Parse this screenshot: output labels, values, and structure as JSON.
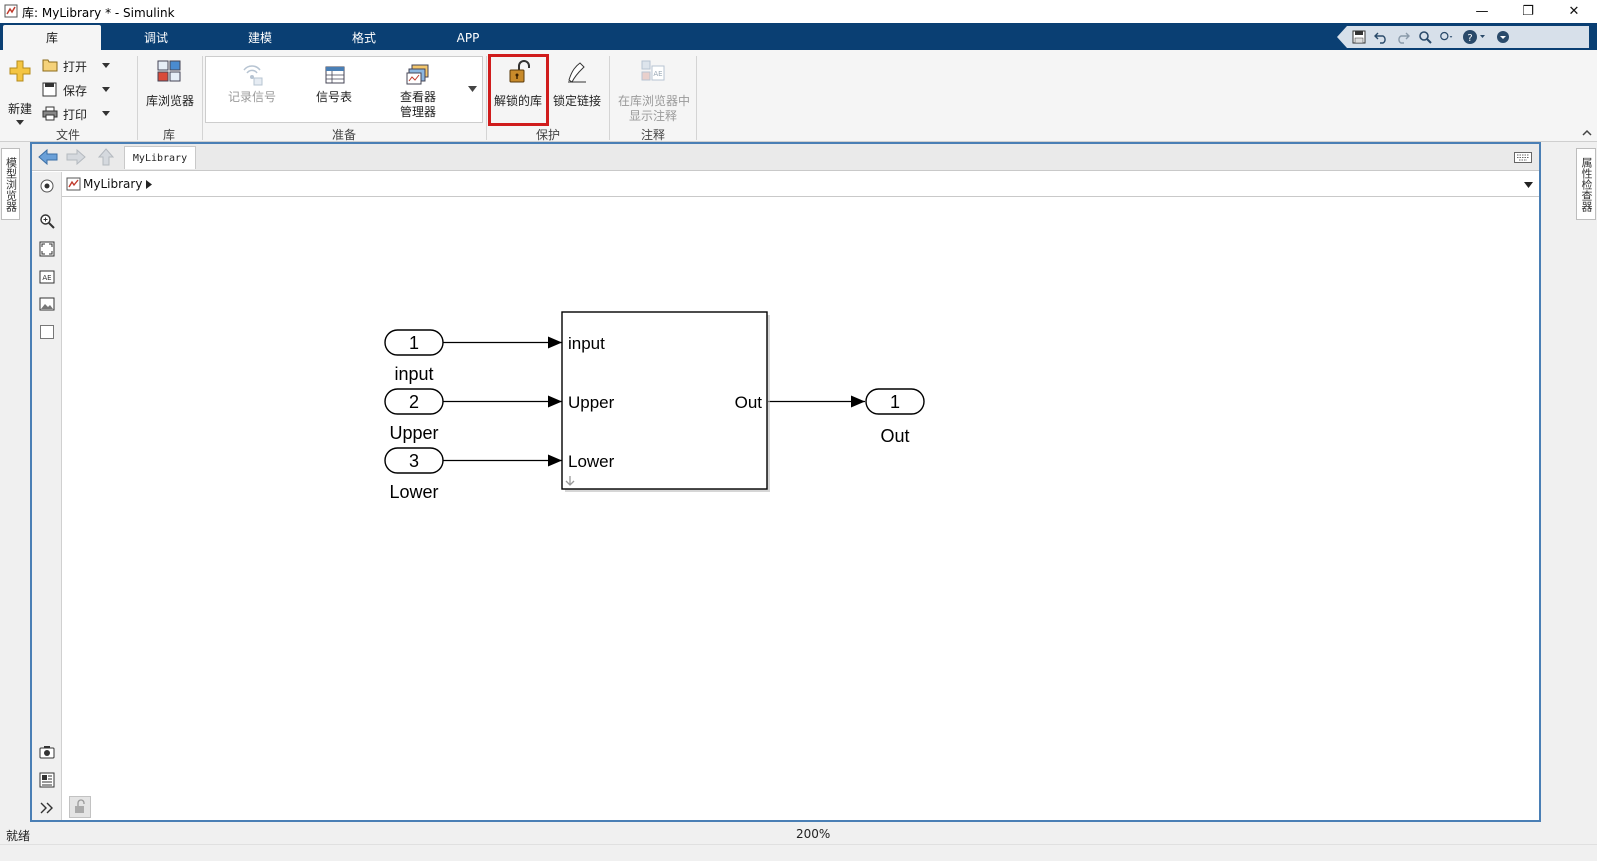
{
  "window": {
    "title": "库: MyLibrary * - Simulink",
    "minimize": "—",
    "restore": "❐",
    "close": "✕"
  },
  "tabs": [
    {
      "label": "库",
      "active": true
    },
    {
      "label": "调试",
      "active": false
    },
    {
      "label": "建模",
      "active": false
    },
    {
      "label": "格式",
      "active": false
    },
    {
      "label": "APP",
      "active": false
    }
  ],
  "ribbon": {
    "file": {
      "new_label": "新建",
      "open_label": "打开",
      "save_label": "保存",
      "print_label": "打印",
      "section_label": "文件"
    },
    "library": {
      "browser_label": "库浏览器",
      "section_label": "库"
    },
    "prepare": {
      "log_signals_label": "记录信号",
      "signal_table_label": "信号表",
      "viewer_manager_line1": "查看器",
      "viewer_manager_line2": "管理器",
      "section_label": "准备"
    },
    "protect": {
      "unlocked_library_label": "解锁的库",
      "lock_links_label": "锁定链接",
      "section_label": "保护"
    },
    "annotation": {
      "show_in_browser_line1": "在库浏览器中",
      "show_in_browser_line2": "显示注释",
      "section_label": "注释"
    }
  },
  "side_tabs": {
    "left": "模型浏览器",
    "right": "属性检查器"
  },
  "editor": {
    "tab_label": "MyLibrary",
    "address": "MyLibrary"
  },
  "diagram": {
    "inports": [
      {
        "number": "1",
        "label": "input"
      },
      {
        "number": "2",
        "label": "Upper"
      },
      {
        "number": "3",
        "label": "Lower"
      }
    ],
    "subsystem": {
      "input_ports": [
        "input",
        "Upper",
        "Lower"
      ],
      "output_port": "Out"
    },
    "outport": {
      "number": "1",
      "label": "Out"
    }
  },
  "status": {
    "left": "就绪",
    "zoom": "200%"
  },
  "colors": {
    "tab_bar": "#0a3f73",
    "highlight_box": "#d01c1c",
    "editor_border": "#4a7fb5"
  }
}
